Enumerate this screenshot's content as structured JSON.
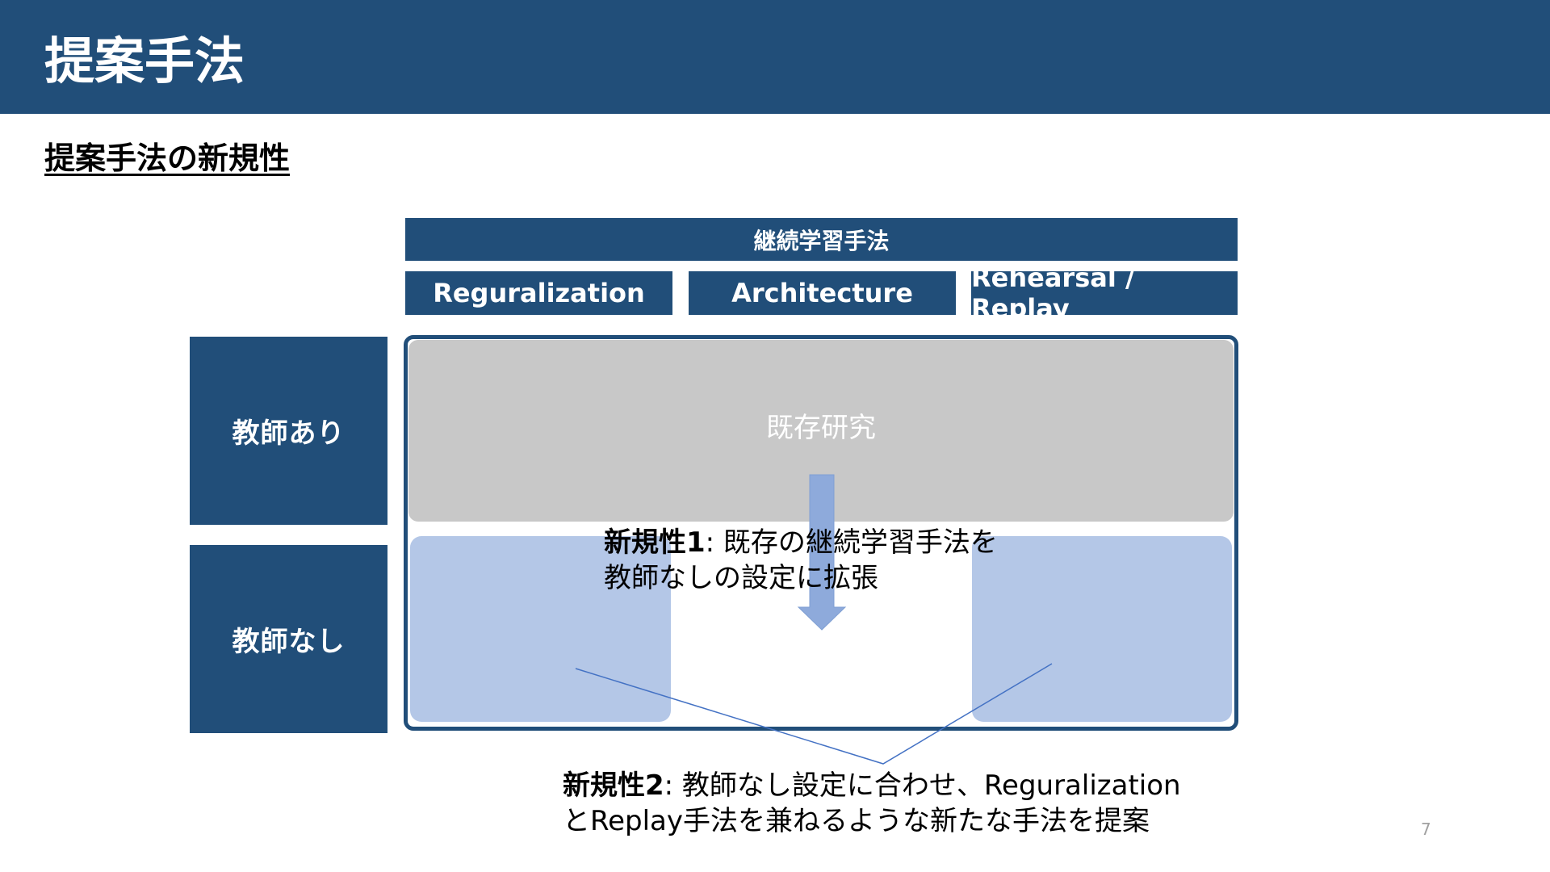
{
  "slide": {
    "title": "提案手法",
    "section_heading": "提案手法の新規性",
    "page_number": "7"
  },
  "diagram": {
    "top_header": "継続学習手法",
    "columns": [
      "Reguralization",
      "Architecture",
      "Rehearsal / Replay"
    ],
    "rows": [
      "教師あり",
      "教師なし"
    ],
    "existing_research_label": "既存研究",
    "novelty1": {
      "label": "新規性1",
      "text_line1": ": 既存の継続学習手法を",
      "text_line2": "教師なしの設定に拡張"
    },
    "novelty2": {
      "label": "新規性2",
      "text_line1": ": 教師なし設定に合わせ、Reguralization",
      "text_line2": "とReplay手法を兼ねるような新たな手法を提案"
    }
  },
  "colors": {
    "navy": "#214e79",
    "gray_block": "#c8c8c8",
    "light_blue": "#b4c7e7",
    "arrow": "#8eaadb",
    "connector_line": "#4472c4"
  }
}
